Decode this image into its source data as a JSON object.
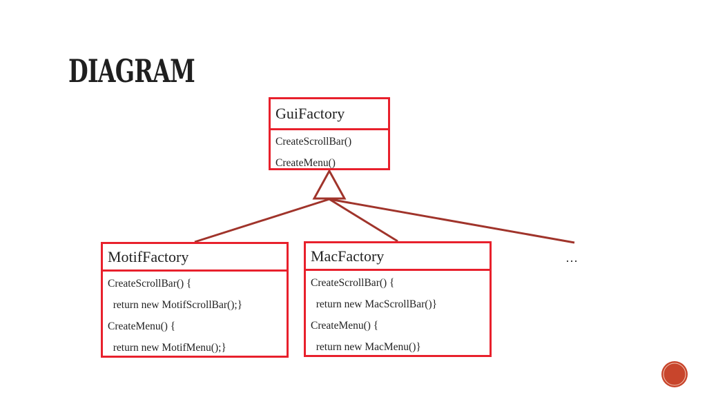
{
  "title": "DIAGRAM",
  "classes": {
    "gui": {
      "name": "GuiFactory",
      "members": [
        "CreateScrollBar()",
        "CreateMenu()"
      ]
    },
    "motif": {
      "name": "MotifFactory",
      "members": [
        "CreateScrollBar() {",
        "  return new MotifScrollBar();}",
        "CreateMenu() {",
        "  return new MotifMenu();}"
      ]
    },
    "mac": {
      "name": "MacFactory",
      "members": [
        "CreateScrollBar() {",
        "  return new MacScrollBar()}",
        "CreateMenu() {",
        "  return new MacMenu()}"
      ]
    }
  },
  "more_indicator": "…",
  "colors": {
    "box_border": "#e8202c",
    "connector": "#a0342b",
    "badge": "#c8452c"
  }
}
